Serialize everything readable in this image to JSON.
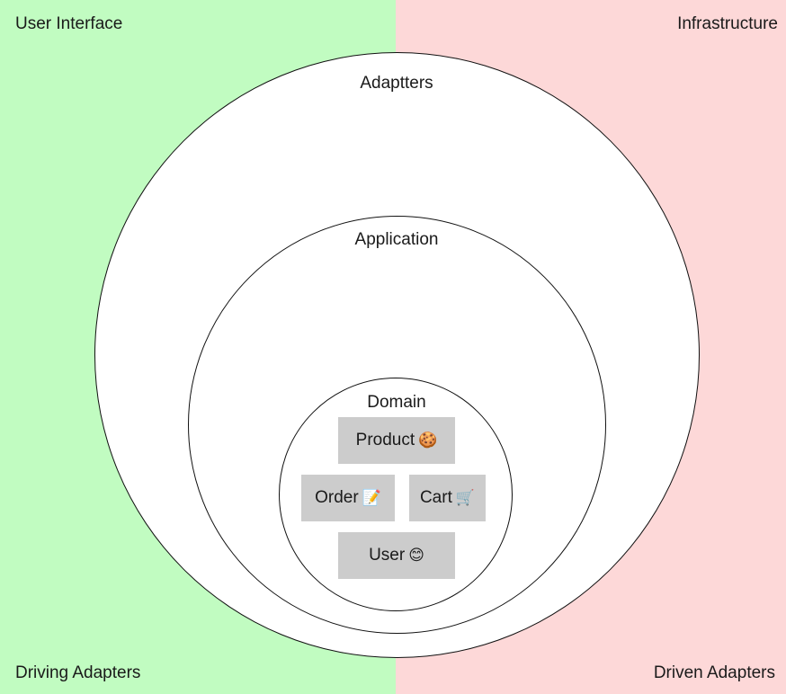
{
  "regions": {
    "left": {
      "top_label": "User Interface",
      "bottom_label": "Driving Adapters",
      "color": "#c1fcc1"
    },
    "right": {
      "top_label": "Infrastructure",
      "bottom_label": "Driven Adapters",
      "color": "#fdd8d8"
    }
  },
  "layers": {
    "adapters": "Adaptters",
    "application": "Application",
    "domain": "Domain"
  },
  "entities": {
    "product": {
      "label": "Product",
      "emoji": "🍪"
    },
    "order": {
      "label": "Order",
      "emoji": "📝"
    },
    "cart": {
      "label": "Cart",
      "emoji": "🛒"
    },
    "user": {
      "label": "User",
      "emoji": "😊"
    }
  },
  "entity_color": "#cccccc"
}
